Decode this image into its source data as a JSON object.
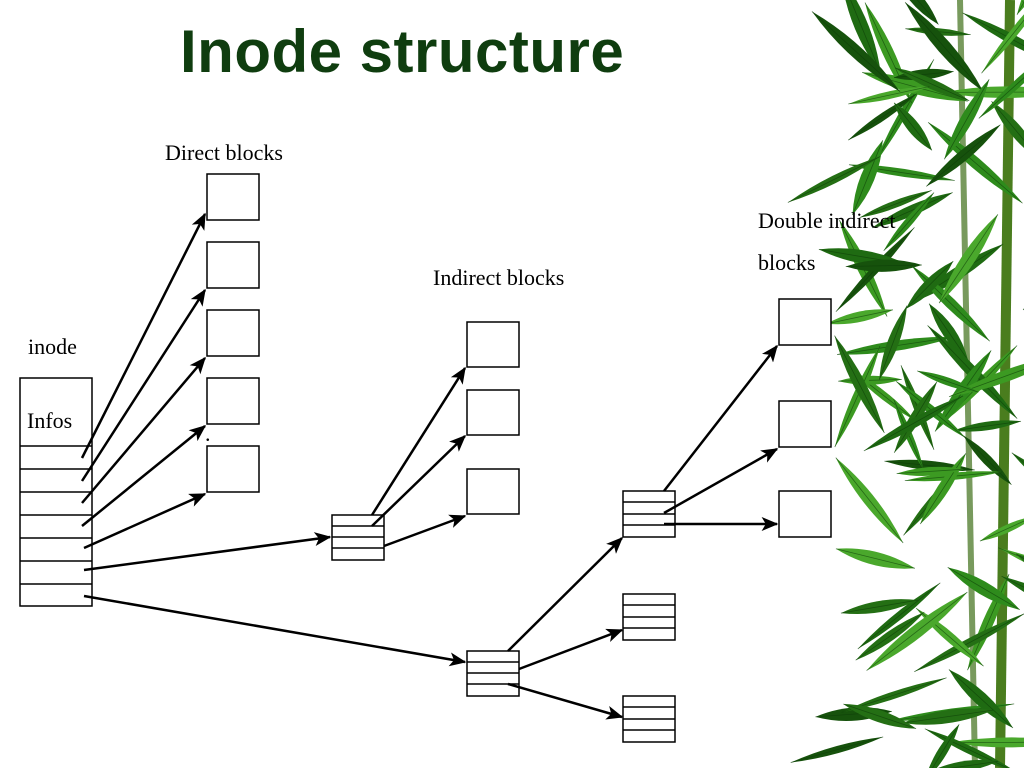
{
  "slide": {
    "title": "Inode structure",
    "title_color": "#0f3d0f",
    "decoration": "bamboo-leaves"
  },
  "diagram": {
    "labels": {
      "direct_blocks": "Direct blocks",
      "indirect_blocks": "Indirect blocks",
      "double_indirect_line1": "Double indirect",
      "double_indirect_line2": "blocks",
      "inode": "inode",
      "infos": "Infos",
      "ellipsis": "."
    },
    "inode_pointer_slots": 7,
    "direct_block_count": 5,
    "indirect_block_count": 3,
    "double_indirect_data_block_count": 3,
    "index_block_entries": 4
  }
}
